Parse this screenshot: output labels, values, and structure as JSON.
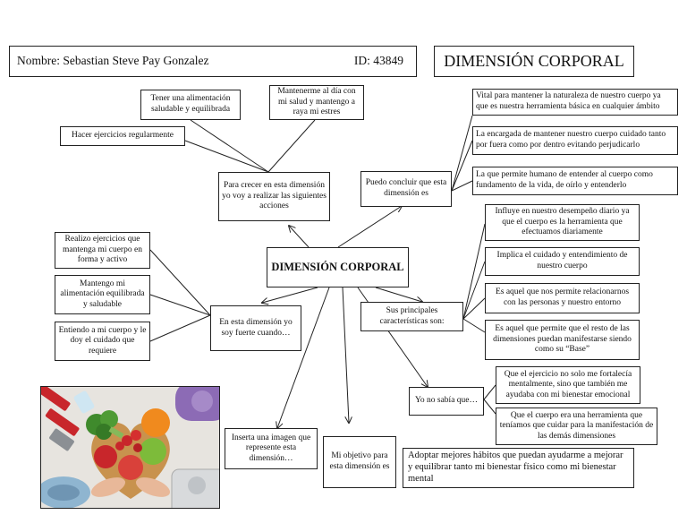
{
  "header": {
    "name": "Nombre: Sebastian Steve Pay Gonzalez",
    "id": "ID: 43849",
    "title": "DIMENSIÓN CORPORAL"
  },
  "center": "DIMENSIÓN CORPORAL",
  "nodes": {
    "grow": "Para crecer en esta dimensión yo voy a realizar las siguientes acciones",
    "grow_items": [
      "Hacer ejercicios regularmente",
      "Tener una alimentación saludable y equilibrada",
      "Mantenerme al día con mi salud y mantengo a raya mi estres"
    ],
    "conclude": "Puedo concluir que esta dimensión es",
    "conclude_items": [
      "Vital para mantener la naturaleza de nuestro cuerpo ya que es nuestra herramienta básica en cualquier ámbito",
      "La encargada de mantener nuestro cuerpo cuidado tanto por fuera como por dentro evitando perjudicarlo",
      "La que permite humano de entender al cuerpo como fundamento de la vida, de oírlo y entenderlo"
    ],
    "strong": "En esta dimensión yo soy fuerte cuando…",
    "strong_items": [
      "Realizo ejercicios que mantenga mi cuerpo en forma y activo",
      "Mantengo mi alimentación equilibrada y saludable",
      "Entiendo a mi cuerpo y le doy el cuidado que requiere"
    ],
    "features": "Sus principales características son:",
    "features_items": [
      "Influye en nuestro desempeño diario ya que el cuerpo es la herramienta que efectuamos diariamente",
      "Implica el cuidado y entendimiento de nuestro cuerpo",
      "Es aquel que nos permite relacionarnos con las personas y nuestro entorno",
      "Es aquel que permite que el resto de las dimensiones puedan manifestarse siendo como su “Base”"
    ],
    "didnt_know": "Yo no sabía que…",
    "didnt_know_items": [
      "Que el ejercicio no solo me fortalecía mentalmente, sino que también me ayudaba con mi bienestar emocional",
      "Que el cuerpo era una herramienta que teníamos que cuidar para la manifestación de las demás dimensiones"
    ],
    "image_prompt": "Inserta una imagen que represente esta dimensión…",
    "objective": "Mi objetivo para esta dimensión es",
    "objective_answer": "Adoptar mejores hábitos que puedan ayudarme a mejorar y equilibrar tanto mi bienestar físico como mi bienestar mental"
  },
  "colors": {
    "orange": "#f08a1e",
    "green": "#7dbb3a",
    "red": "#c8262b",
    "purple": "#8c6bb5",
    "heart": "#c8924e",
    "blue": "#4aa0d8"
  }
}
